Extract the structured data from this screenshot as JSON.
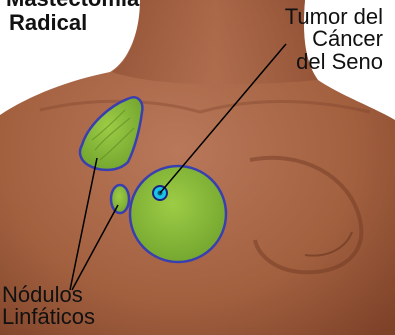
{
  "title": {
    "line1": "Mastectomía",
    "line2": "Radical"
  },
  "labels": {
    "tumor": [
      "Tumor del",
      "Cáncer",
      "del Seno"
    ],
    "lymph_nodes": [
      "Nódulos",
      "Linfáticos"
    ]
  },
  "colors": {
    "skin_base": "#a8674a",
    "skin_shadow": "#7a3f28",
    "tissue_fill": "#8fbf3a",
    "tissue_outline": "#3a3fb0",
    "tumor_fill": "#19c6e8",
    "tumor_outline": "#1a237e",
    "leader_line": "#000000"
  }
}
